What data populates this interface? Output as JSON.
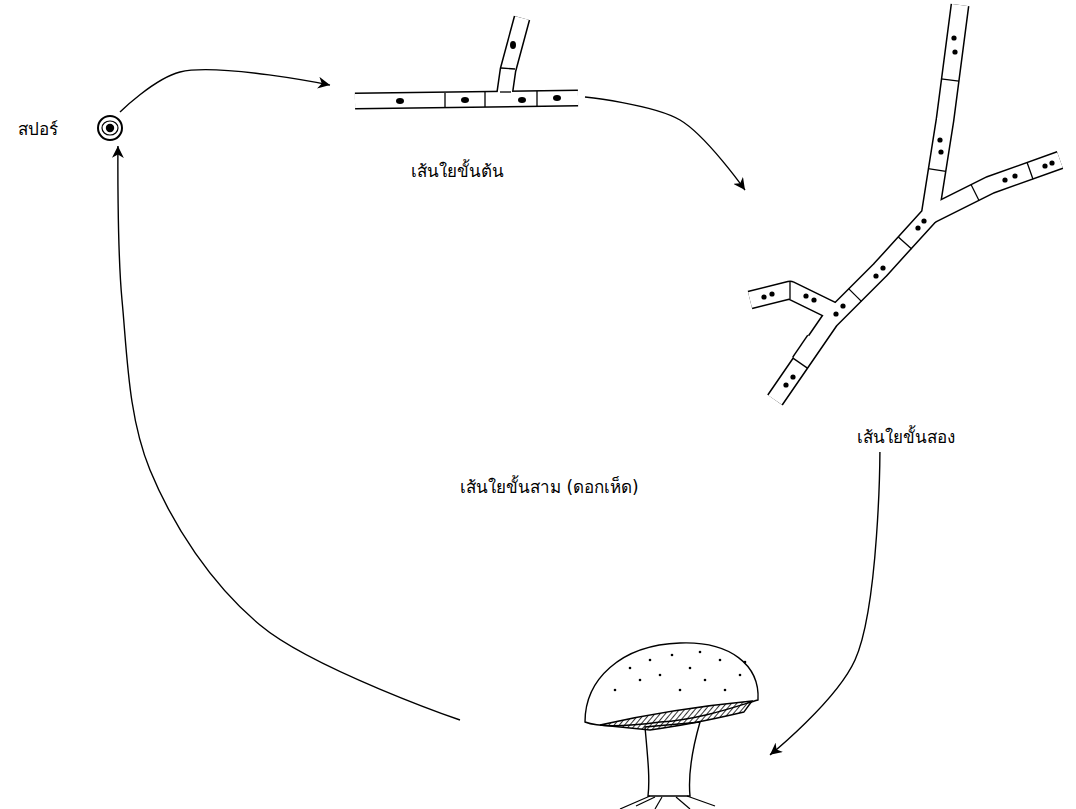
{
  "diagram": {
    "nodes": [
      {
        "text": [
          "สปอร์"
        ]
      },
      {
        "text": [
          "เส้นใยขั้นต้น"
        ]
      },
      {
        "text": [
          "เส้นใยขั้นสอง"
        ]
      },
      {
        "text": [
          "เส้นใยขั้นสาม (ดอกเห็ด)"
        ]
      }
    ],
    "edges": [
      {
        "from": 0,
        "to": 1,
        "arrow": "to"
      },
      {
        "from": 1,
        "to": 2,
        "arrow": "to"
      },
      {
        "from": 2,
        "to": 3,
        "arrow": "to"
      },
      {
        "from": 3,
        "to": 0,
        "arrow": "to"
      }
    ]
  }
}
